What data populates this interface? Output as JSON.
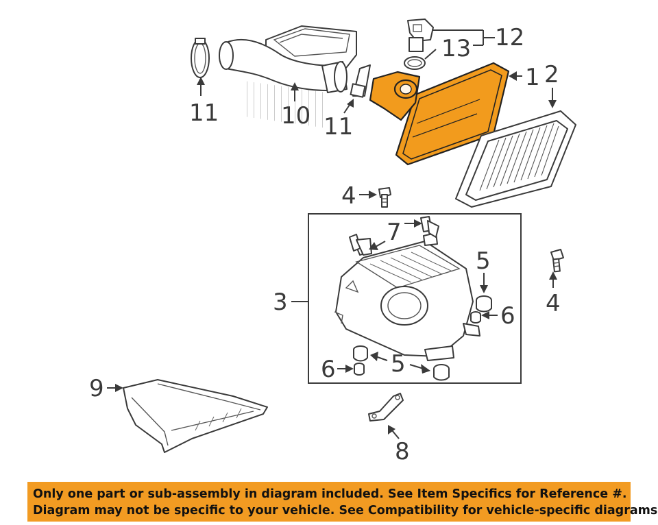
{
  "diagram": {
    "callouts": {
      "c1": "1",
      "c2": "2",
      "c3": "3",
      "c4a": "4",
      "c4b": "4",
      "c5a": "5",
      "c5b": "5",
      "c6a": "6",
      "c6b": "6",
      "c7": "7",
      "c8": "8",
      "c9": "9",
      "c10": "10",
      "c11a": "11",
      "c11b": "11",
      "c12": "12",
      "c13": "13"
    },
    "highlight_color": "#f29b1d"
  },
  "disclaimer": {
    "line1": "Only one part or sub-assembly in diagram included. See Item Specifics for Reference #.",
    "line2": "Diagram may not be specific to your vehicle. See Compatibility for vehicle-specific diagrams.",
    "background": "#f29b22"
  }
}
